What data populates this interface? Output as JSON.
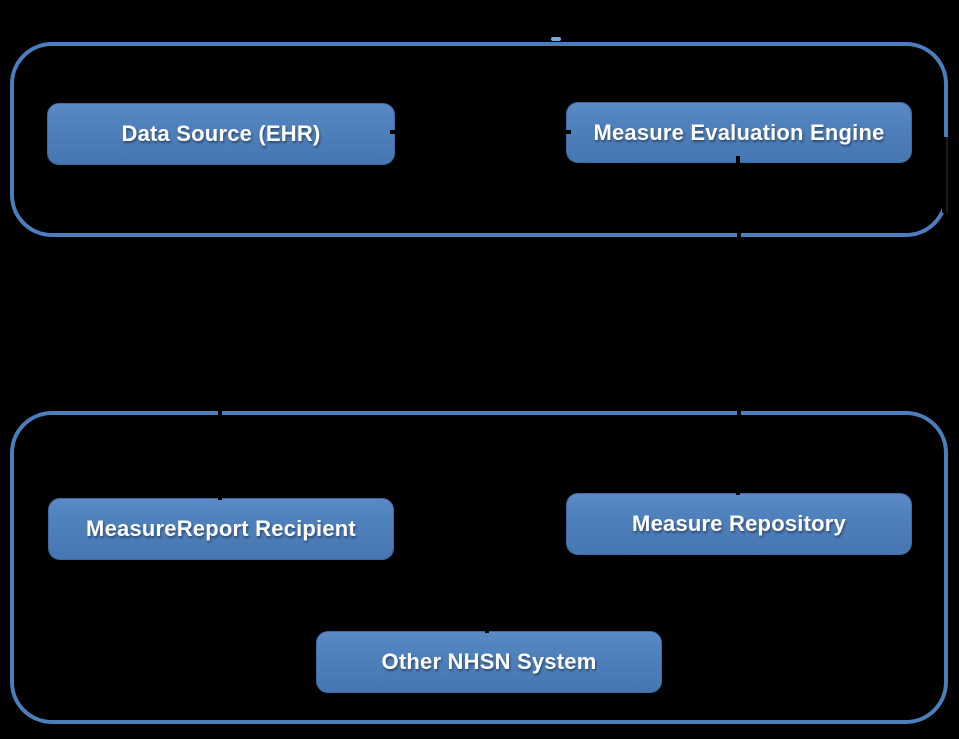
{
  "diagram": {
    "background_color": "#000000",
    "frame_border_color": "#4a7ebc",
    "node_fill_color": "#4f81bd",
    "node_text_color": "#ffffff",
    "groups": [
      {
        "id": "top-exchange-group",
        "nodes": [
          {
            "label": "Data Source (EHR)"
          },
          {
            "label": "Measure Evaluation Engine"
          }
        ]
      },
      {
        "id": "bottom-exchange-group",
        "nodes": [
          {
            "label": "MeasureReport Recipient"
          },
          {
            "label": "Measure Repository"
          },
          {
            "label": "Other NHSN System"
          }
        ]
      }
    ]
  }
}
